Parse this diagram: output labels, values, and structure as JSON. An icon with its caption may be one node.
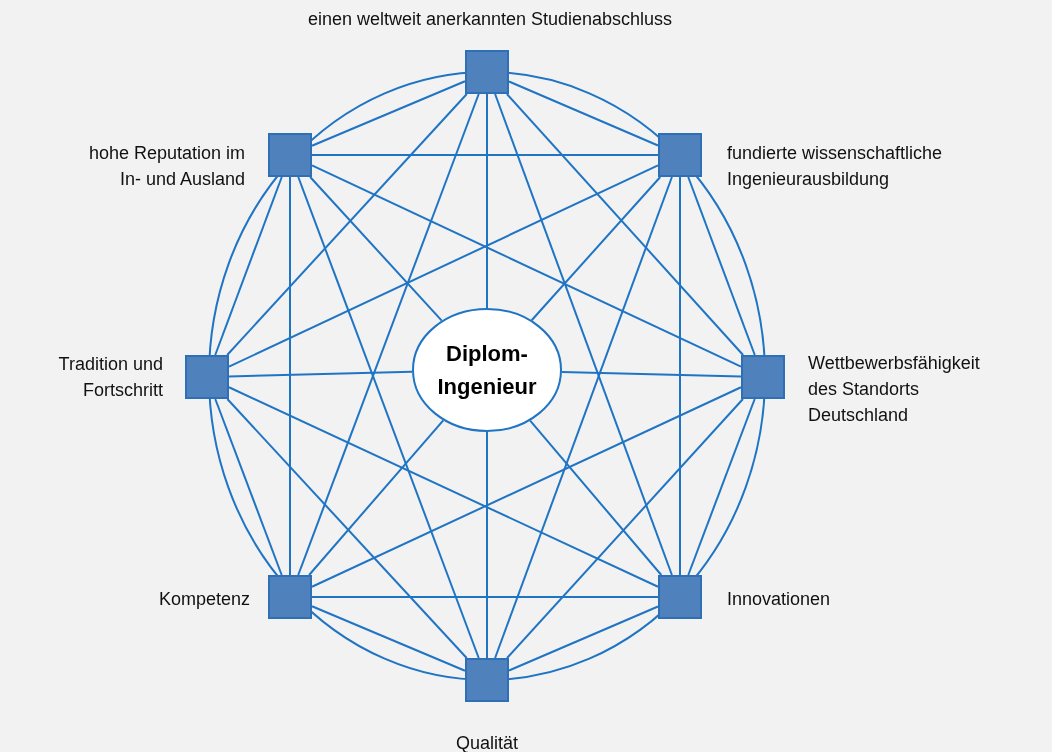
{
  "diagram": {
    "nodes": [
      {
        "text": [],
        "shape": "box",
        "beside": [
          "einen weltweit anerkannten Studienabschluss"
        ]
      },
      {
        "text": [],
        "shape": "box",
        "beside": [
          "fundierte wissenschaftliche Ingenieurausbildung"
        ]
      },
      {
        "text": [],
        "shape": "box",
        "beside": [
          "Wettbewerbsfähigkeit des Standorts Deutschland"
        ]
      },
      {
        "text": [],
        "shape": "box",
        "beside": [
          "Innovationen"
        ]
      },
      {
        "text": [],
        "shape": "box",
        "beside": [
          "Qualität"
        ]
      },
      {
        "text": [],
        "shape": "box",
        "beside": [
          "Kompetenz"
        ]
      },
      {
        "text": [],
        "shape": "box",
        "beside": [
          "Tradition und Fortschritt"
        ]
      },
      {
        "text": [],
        "shape": "box",
        "beside": [
          "hohe Reputation im In- und Ausland"
        ]
      },
      {
        "text": [
          "Diplom- Ingenieur"
        ]
      }
    ],
    "edges": [
      {
        "from": 0,
        "to": 1,
        "arrow": "none"
      },
      {
        "from": 0,
        "to": 2,
        "arrow": "none"
      },
      {
        "from": 0,
        "to": 3,
        "arrow": "none"
      },
      {
        "from": 0,
        "to": 5,
        "arrow": "none"
      },
      {
        "from": 0,
        "to": 6,
        "arrow": "none"
      },
      {
        "from": 0,
        "to": 7,
        "arrow": "none"
      },
      {
        "from": 1,
        "to": 2,
        "arrow": "none"
      },
      {
        "from": 1,
        "to": 3,
        "arrow": "none"
      },
      {
        "from": 1,
        "to": 4,
        "arrow": "none"
      },
      {
        "from": 1,
        "to": 6,
        "arrow": "none"
      },
      {
        "from": 1,
        "to": 7,
        "arrow": "none"
      },
      {
        "from": 2,
        "to": 3,
        "arrow": "none"
      },
      {
        "from": 2,
        "to": 4,
        "arrow": "none"
      },
      {
        "from": 2,
        "to": 5,
        "arrow": "none"
      },
      {
        "from": 2,
        "to": 7,
        "arrow": "none"
      },
      {
        "from": 3,
        "to": 4,
        "arrow": "none"
      },
      {
        "from": 3,
        "to": 5,
        "arrow": "none"
      },
      {
        "from": 3,
        "to": 6,
        "arrow": "none"
      },
      {
        "from": 4,
        "to": 5,
        "arrow": "none"
      },
      {
        "from": 4,
        "to": 6,
        "arrow": "none"
      },
      {
        "from": 4,
        "to": 7,
        "arrow": "none"
      },
      {
        "from": 5,
        "to": 6,
        "arrow": "none"
      },
      {
        "from": 5,
        "to": 7,
        "arrow": "none"
      },
      {
        "from": 6,
        "to": 7,
        "arrow": "none"
      },
      {
        "from": 0,
        "to": 8,
        "arrow": "none"
      },
      {
        "from": 1,
        "to": 8,
        "arrow": "none"
      },
      {
        "from": 2,
        "to": 8,
        "arrow": "none"
      },
      {
        "from": 3,
        "to": 8,
        "arrow": "none"
      },
      {
        "from": 4,
        "to": 8,
        "arrow": "none"
      },
      {
        "from": 5,
        "to": 8,
        "arrow": "none"
      },
      {
        "from": 6,
        "to": 8,
        "arrow": "none"
      },
      {
        "from": 7,
        "to": 8,
        "arrow": "none"
      }
    ]
  }
}
